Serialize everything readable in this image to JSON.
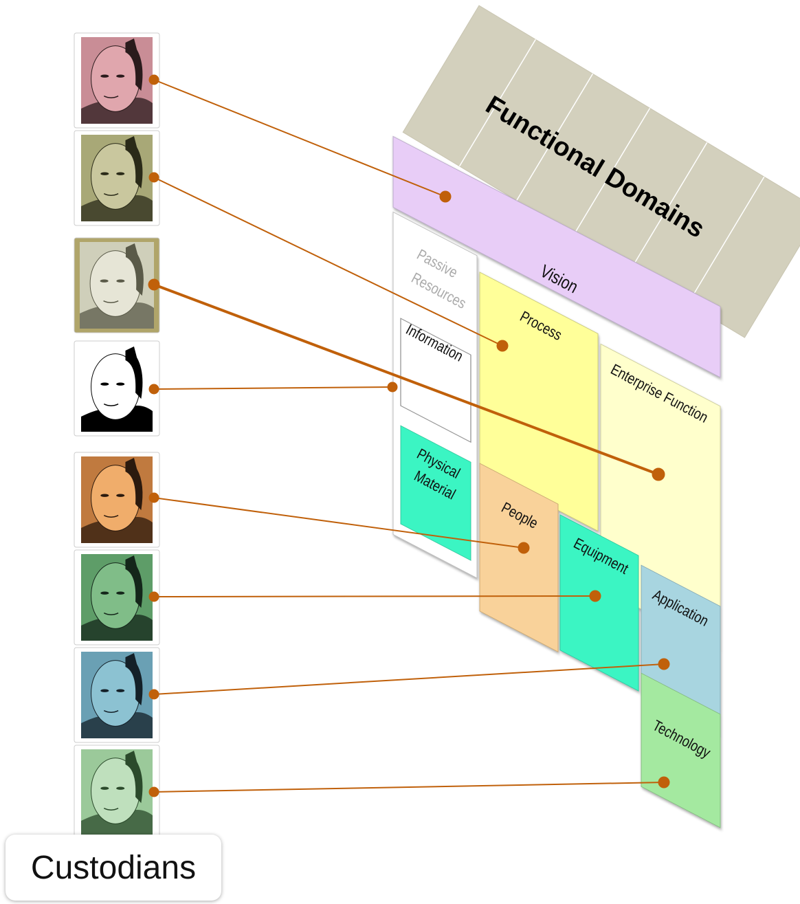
{
  "title": "Functional Domains",
  "caption": "Custodians",
  "colors": {
    "connector": "#c0600a",
    "domains_grid": "#d3d0bd",
    "vision": "#e8cdf7",
    "passive": "#ffffff",
    "process": "#ffff99",
    "enterprise_function": "#ffffcc",
    "people": "#f9d29a",
    "equipment": "#3af5c3",
    "physical_material": "#3af5c3",
    "application": "#a8d5e0",
    "technology": "#a4e9a0"
  },
  "domains": {
    "vision": "Vision",
    "passive_resources": "Passive Resources",
    "information": "Information",
    "physical_material": "Physical Material",
    "process": "Process",
    "enterprise_function": "Enterprise Function",
    "people": "People",
    "equipment": "Equipment",
    "application": "Application",
    "technology": "Technology"
  },
  "custodian_portraits": [
    {
      "tone": "pink"
    },
    {
      "tone": "olive"
    },
    {
      "tone": "pale-olive",
      "selected": true
    },
    {
      "tone": "black-white"
    },
    {
      "tone": "orange"
    },
    {
      "tone": "green"
    },
    {
      "tone": "blue"
    },
    {
      "tone": "light-green"
    }
  ]
}
